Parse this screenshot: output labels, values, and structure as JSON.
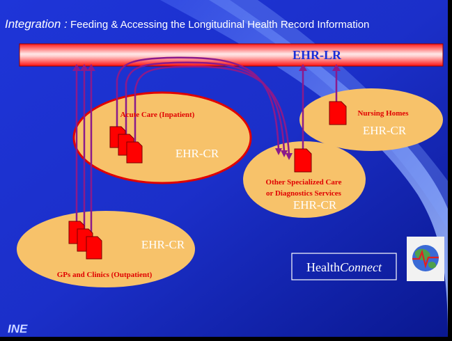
{
  "title": {
    "prefix": "Integration :",
    "rest": " Feeding & Accessing the Longitudinal Health Record Information"
  },
  "ehr_lr_bar": {
    "label": "EHR-LR"
  },
  "nodes": {
    "acute_care": {
      "label": "Acute Care (Inpatient)",
      "record": "EHR-CR"
    },
    "nursing_homes": {
      "label": "Nursing Homes",
      "record": "EHR-CR"
    },
    "specialized": {
      "line1": "Other Specialized Care",
      "line2": "or Diagnostics Services",
      "record": "EHR-CR"
    },
    "gps": {
      "label": "GPs and Clinics (Outpatient)",
      "record": "EHR-CR"
    }
  },
  "brand": {
    "prefix": "Health",
    "suffix": "Connect"
  },
  "logo": {
    "text": "INE"
  },
  "colors": {
    "background": "#1a3fe0",
    "ellipse_fill": "#f7c26a",
    "doc_red": "#ff0000",
    "connector": "#8b1a8b",
    "label_red": "#e00000"
  }
}
